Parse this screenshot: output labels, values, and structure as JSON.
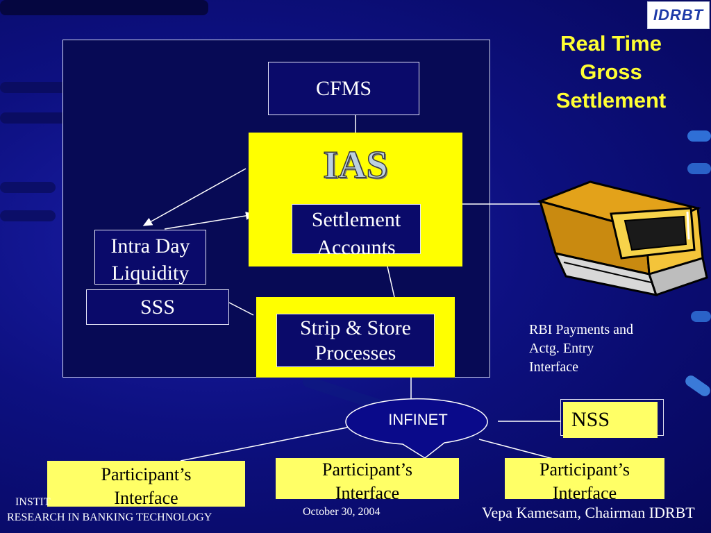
{
  "title": "Real Time Gross Settlement",
  "title_lines": [
    "Real Time",
    "Gross",
    "Settlement"
  ],
  "logo_text": "IDRBT",
  "nodes": {
    "cfms": "CFMS",
    "ias": "IAS",
    "settlement_accounts": [
      "Settlement",
      "Accounts"
    ],
    "intra_day_liquidity": [
      "Intra Day",
      "Liquidity"
    ],
    "sss": "SSS",
    "strip_store": [
      "Strip & Store",
      "Processes"
    ],
    "rbi_interface": [
      "RBI Payments and",
      "Actg. Entry",
      "Interface"
    ],
    "infinet": "INFINET",
    "nss": "NSS",
    "participants": [
      [
        "Participant’s",
        "Interface"
      ],
      [
        "Participant’s",
        "Interface"
      ],
      [
        "Participant’s",
        "Interface"
      ]
    ]
  },
  "footer": {
    "left": [
      "INSTIT",
      "RESEARCH IN BANKING TECHNOLOGY"
    ],
    "date": "October 30,  2004",
    "right": "Vepa Kamesam, Chairman IDRBT"
  },
  "colors": {
    "title": "#ffff33",
    "box_fill": "#ffff00",
    "participant_fill": "#ffff66",
    "navy_box": "#0a0a6a"
  }
}
